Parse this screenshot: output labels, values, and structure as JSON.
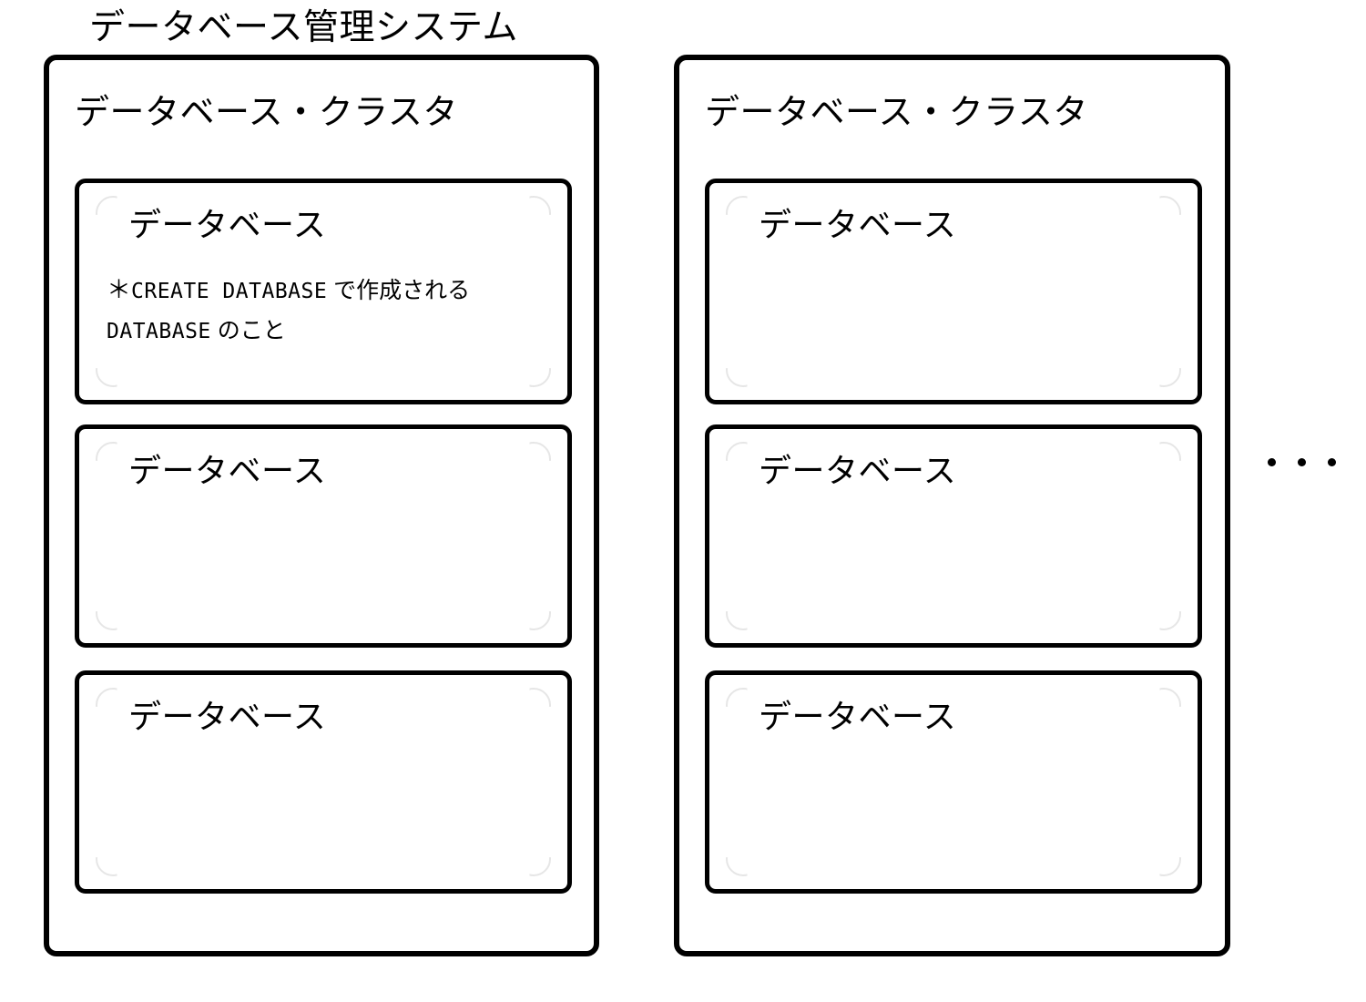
{
  "diagram": {
    "title": "データベース管理システム",
    "ellipsis": "・・・",
    "colors": {
      "background": "#ffffff",
      "stroke": "#000000",
      "corner_arc": "#e6e6e6"
    }
  },
  "clusters": [
    {
      "id": "cluster-left",
      "title": "データベース・クラスタ",
      "databases": [
        {
          "label": "データベース",
          "note": {
            "star": "＊",
            "mono_1": "CREATE DATABASE",
            "jp_1": "で作成される",
            "mono_2": "DATABASE",
            "jp_2": "のこと"
          }
        },
        {
          "label": "データベース",
          "note": null
        },
        {
          "label": "データベース",
          "note": null
        }
      ]
    },
    {
      "id": "cluster-right",
      "title": "データベース・クラスタ",
      "databases": [
        {
          "label": "データベース",
          "note": null
        },
        {
          "label": "データベース",
          "note": null
        },
        {
          "label": "データベース",
          "note": null
        }
      ]
    }
  ]
}
